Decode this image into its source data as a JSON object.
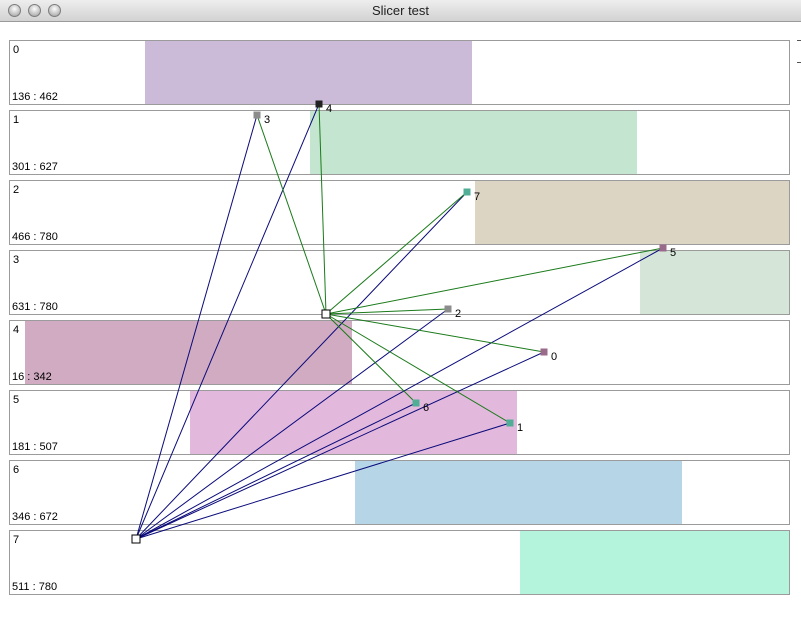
{
  "window": {
    "title": "Slicer test"
  },
  "colors": {
    "green_edge": "#1a7a1a",
    "blue_edge": "#0a0a7a",
    "row_border": "#9b9b9b"
  },
  "rows": [
    {
      "index": "0",
      "range": "136 : 462",
      "start": 136,
      "end": 462,
      "color": "#ccbbd8"
    },
    {
      "index": "1",
      "range": "301 : 627",
      "start": 301,
      "end": 627,
      "color": "#c4e6d0"
    },
    {
      "index": "2",
      "range": "466 : 780",
      "start": 466,
      "end": 780,
      "color": "#ddd5c4"
    },
    {
      "index": "3",
      "range": "631 : 780",
      "start": 631,
      "end": 780,
      "color": "#d5e6d8"
    },
    {
      "index": "4",
      "range": "16 : 342",
      "start": 16,
      "end": 342,
      "color": "#d1abc2"
    },
    {
      "index": "5",
      "range": "181 : 507",
      "start": 181,
      "end": 507,
      "color": "#e3b8dd"
    },
    {
      "index": "6",
      "range": "346 : 672",
      "start": 346,
      "end": 672,
      "color": "#b6d5e6"
    },
    {
      "index": "7",
      "range": "511 : 780",
      "start": 511,
      "end": 780,
      "color": "#b4f3dc"
    }
  ],
  "graph": {
    "hubs": [
      {
        "id": "hub-green",
        "row": 3,
        "value": 316,
        "edge_color": "#1a7a1a"
      },
      {
        "id": "hub-blue",
        "row": 7,
        "value": 126,
        "edge_color": "#0a0a7a"
      }
    ],
    "nodes": [
      {
        "label": "3",
        "row": 1,
        "value": 247,
        "color": "#8c8c8c"
      },
      {
        "label": "4",
        "row": 1,
        "value": 309,
        "color": "#222222"
      },
      {
        "label": "7",
        "row": 2,
        "value": 457,
        "color": "#4fae95"
      },
      {
        "label": "5",
        "row": 3,
        "value": 653,
        "color": "#9a6a8a"
      },
      {
        "label": "2",
        "row": 3,
        "value": 438,
        "color": "#8c8c8c"
      },
      {
        "label": "0",
        "row": 4,
        "value": 534,
        "color": "#9a6a8a"
      },
      {
        "label": "6",
        "row": 5,
        "value": 406,
        "color": "#4fae95"
      },
      {
        "label": "1",
        "row": 5,
        "value": 500,
        "color": "#4fae95"
      }
    ],
    "green_edges": [
      "3",
      "4",
      "7",
      "5",
      "2",
      "0",
      "6",
      "1"
    ],
    "blue_edges": [
      "3",
      "4",
      "7",
      "5",
      "2",
      "0",
      "6",
      "1"
    ]
  }
}
